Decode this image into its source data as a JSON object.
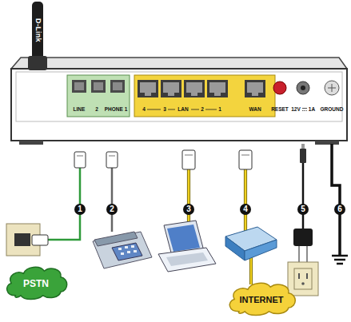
{
  "diagram": {
    "nodes": [
      {
        "text": [
          "PSTN"
        ]
      },
      {
        "text": [
          "INTERNET"
        ]
      }
    ],
    "labels": [
      "D-Link",
      "LINE",
      "2",
      "PHONE 1",
      "4",
      "3",
      "LAN",
      "2",
      "1",
      "WAN",
      "RESET",
      "12V",
      "1A",
      "GROUND",
      "1",
      "2",
      "3",
      "4",
      "5",
      "6"
    ]
  }
}
